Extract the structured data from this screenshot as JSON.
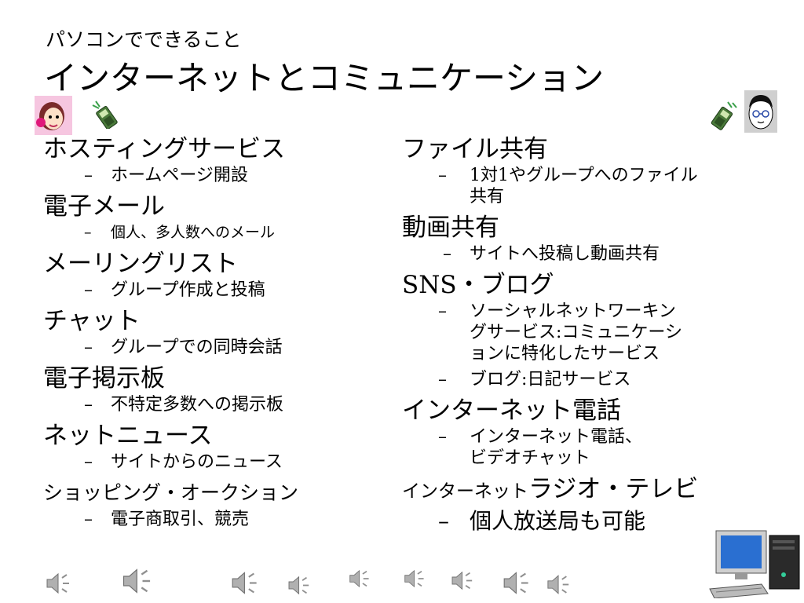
{
  "header": {
    "subtitle": "パソコンでできること",
    "title": "インターネットとコミュニケーション"
  },
  "left_items": [
    {
      "label": "ホスティングサービス",
      "sub": "ホームページ開設"
    },
    {
      "label": "電子メール",
      "sub": "個人、多人数へのメール"
    },
    {
      "label": "メーリングリスト",
      "sub": "グループ作成と投稿"
    },
    {
      "label": "チャット",
      "sub": "グループでの同時会話"
    },
    {
      "label": "電子掲示板",
      "sub": "不特定多数への掲示板"
    },
    {
      "label": "ネットニュース",
      "sub": "サイトからのニュース"
    },
    {
      "label": "ショッピング・オークション",
      "sub": "電子商取引、競売"
    }
  ],
  "right_items": [
    {
      "label": "ファイル共有",
      "sub": [
        "1対1やグループへのファイル共有"
      ]
    },
    {
      "label": "動画共有",
      "sub": [
        "サイトへ投稿し動画共有"
      ]
    },
    {
      "label": "SNS・ブログ",
      "sub": [
        "ソーシャルネットワーキングサービス:コミュニケーションに特化したサービス",
        "ブログ:日記サービス"
      ]
    },
    {
      "label": "インターネット電話",
      "sub": [
        "インターネット電話、ビデオチャット"
      ]
    },
    {
      "label_small": "インターネット",
      "label": "ラジオ・テレビ",
      "sub": [
        "個人放送局も可能"
      ]
    }
  ],
  "dash": "–",
  "icons": {
    "girl": "girl-avatar-icon",
    "phone_left": "mobile-phone-icon",
    "phone_right": "mobile-phone-icon",
    "boy": "boy-avatar-icon",
    "computer": "desktop-computer-icon",
    "speaker": "speaker-sound-icon"
  }
}
